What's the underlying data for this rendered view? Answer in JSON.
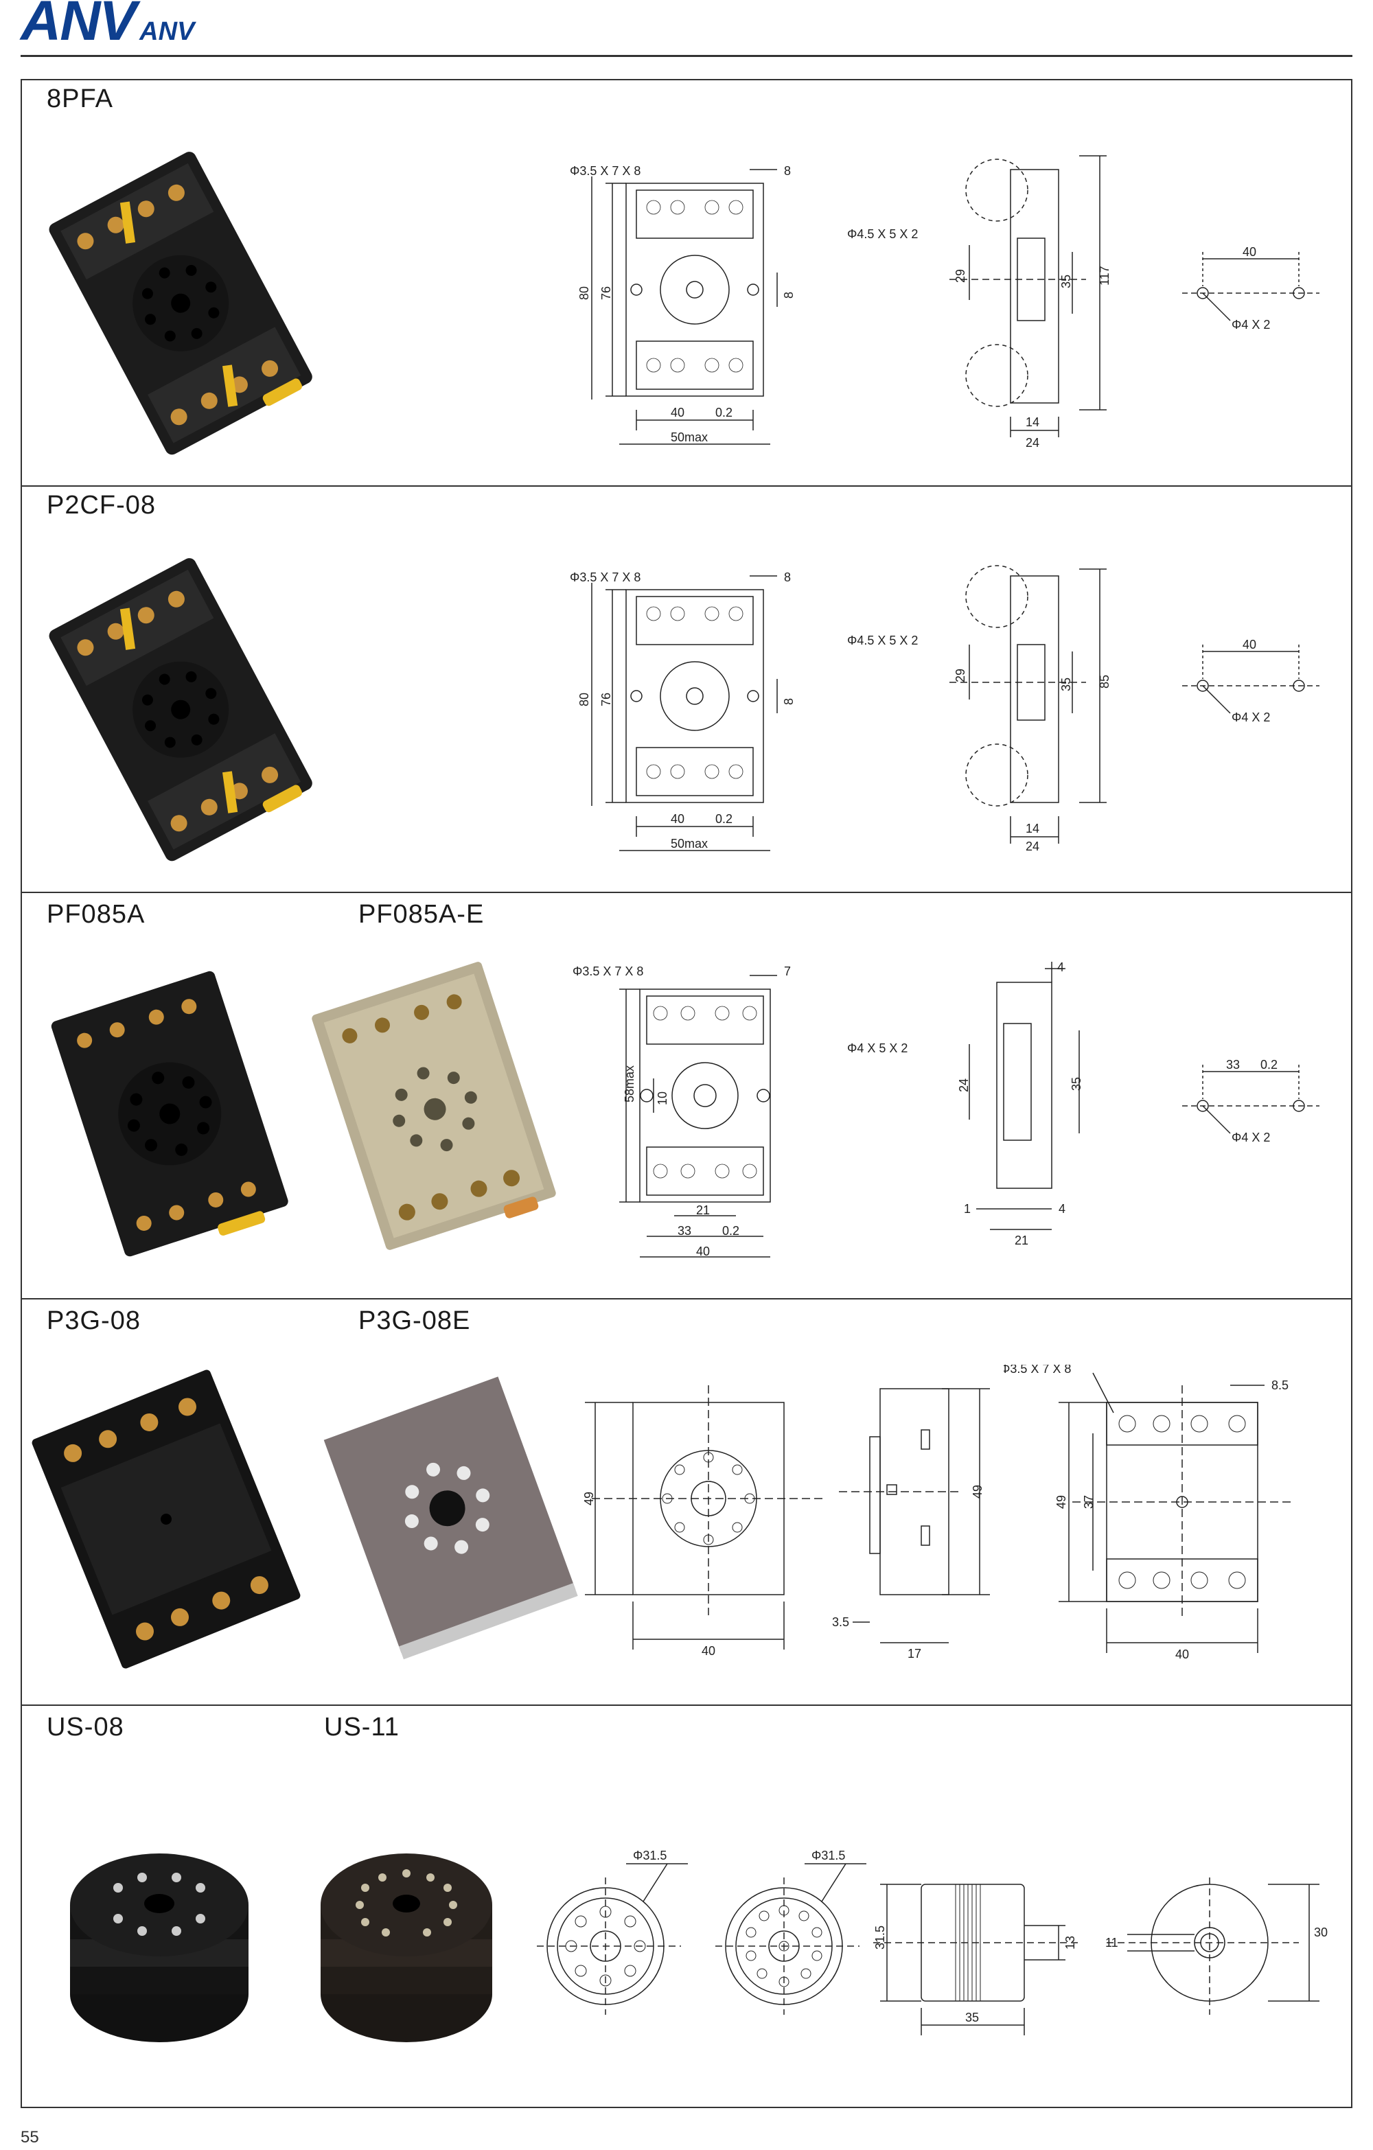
{
  "brand": {
    "logo_main": "ANV",
    "logo_small": "ANV"
  },
  "page_number": "55",
  "products": [
    {
      "labels": [
        "8PFA"
      ],
      "front": {
        "hole1": "Φ3.5 X 7 X 8",
        "hole2": "Φ4.5 X 5 X 2",
        "top": "8",
        "h1": "80",
        "h2": "76",
        "side": "8",
        "b1": "40",
        "b2": "0.2",
        "b3": "50max"
      },
      "side": {
        "h": "117",
        "a": "29",
        "b": "35",
        "w1": "14",
        "w2": "24"
      },
      "mount": {
        "pitch": "40",
        "hole": "Φ4 X 2"
      }
    },
    {
      "labels": [
        "P2CF-08"
      ],
      "front": {
        "hole1": "Φ3.5 X 7 X 8",
        "hole2": "Φ4.5 X 5 X 2",
        "top": "8",
        "h1": "80",
        "h2": "76",
        "side": "8",
        "b1": "40",
        "b2": "0.2",
        "b3": "50max"
      },
      "side": {
        "h": "85",
        "a": "29",
        "b": "35",
        "w1": "14",
        "w2": "24"
      },
      "mount": {
        "pitch": "40",
        "hole": "Φ4 X 2"
      }
    },
    {
      "labels": [
        "PF085A",
        "PF085A-E"
      ],
      "front": {
        "hole1": "Φ3.5 X 7 X 8",
        "hole2": "Φ4 X 5 X 2",
        "top": "7",
        "h1": "58max",
        "mid": "10",
        "b0": "21",
        "b1": "33",
        "b2": "0.2",
        "b3": "40"
      },
      "side": {
        "top": "4",
        "a": "24",
        "b": "35",
        "l": "1",
        "r": "4",
        "w": "21"
      },
      "mount": {
        "pitch": "33",
        "tol": "0.2",
        "hole": "Φ4 X 2"
      }
    },
    {
      "labels": [
        "P3G-08",
        "P3G-08E"
      ],
      "front": {
        "h": "49",
        "w": "40"
      },
      "side": {
        "h": "49",
        "a": "3.5",
        "w": "17"
      },
      "back": {
        "hole": "Φ3.5 X 7 X 8",
        "pitch": "8.5",
        "h": "49",
        "h2": "37",
        "w": "40"
      }
    },
    {
      "labels": [
        "US-08",
        "US-11"
      ],
      "top8": {
        "dia": "Φ31.5"
      },
      "top11": {
        "dia": "Φ31.5"
      },
      "side": {
        "h": "31.5",
        "a": "13",
        "w": "35"
      },
      "bottom": {
        "d": "11",
        "h": "30"
      }
    }
  ]
}
